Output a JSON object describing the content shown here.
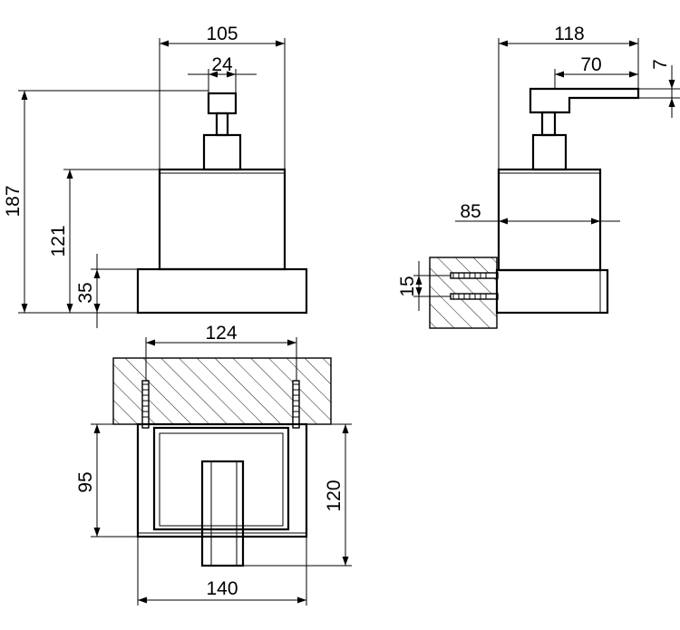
{
  "drawing": {
    "front_view": {
      "width_total": "105",
      "pump_width": "24",
      "height_total": "187",
      "height_body": "121",
      "height_base": "35"
    },
    "side_view": {
      "depth_total": "118",
      "spout_length": "70",
      "spout_height": "7",
      "body_depth": "85",
      "anchor_spacing": "15"
    },
    "top_view": {
      "anchor_spacing": "124",
      "depth_body": "95",
      "depth_total": "120",
      "width_total": "140"
    }
  }
}
